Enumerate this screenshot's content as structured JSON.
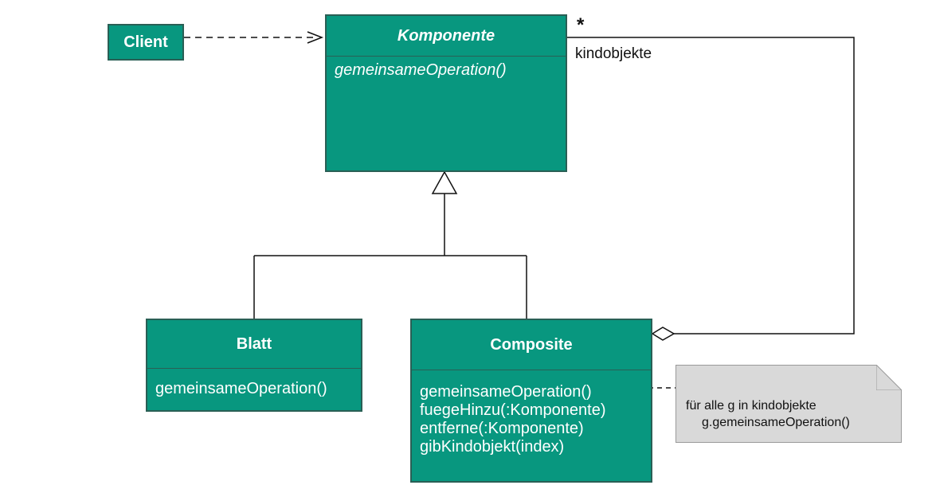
{
  "colors": {
    "class_fill": "#08977f",
    "class_border": "#2a5f55",
    "class_text": "#ffffff",
    "note_fill": "#d9d9d9",
    "line": "#111111"
  },
  "client": {
    "name": "Client"
  },
  "komponente": {
    "name": "Komponente",
    "operations": [
      "gemeinsameOperation()"
    ]
  },
  "blatt": {
    "name": "Blatt",
    "operations": [
      "gemeinsameOperation()"
    ]
  },
  "composite": {
    "name": "Composite",
    "operations": [
      "gemeinsameOperation()",
      "fuegeHinzu(:Komponente)",
      "entferne(:Komponente)",
      "gibKindobjekt(index)"
    ]
  },
  "association": {
    "multiplicity": "*",
    "role": "kindobjekte"
  },
  "note": {
    "lines": [
      "für alle g in kindobjekte",
      "g.gemeinsameOperation()"
    ]
  }
}
